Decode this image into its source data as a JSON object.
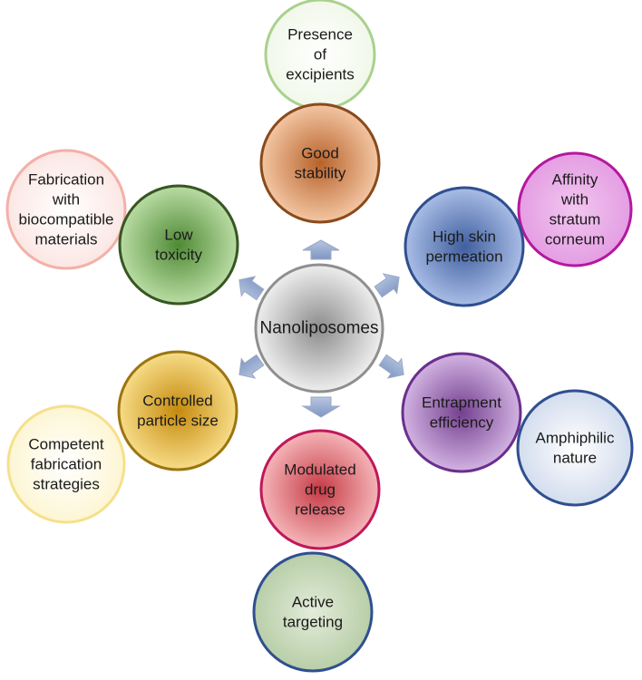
{
  "center": {
    "lines": [
      "Nanoliposomes"
    ]
  },
  "nodes": [
    {
      "id": "presence-of-excipients",
      "lines": [
        "Presence",
        "of",
        "excipients"
      ]
    },
    {
      "id": "good-stability",
      "lines": [
        "Good",
        "stability"
      ]
    },
    {
      "id": "affinity-with-stratum-corneum",
      "lines": [
        "Affinity",
        "with",
        "stratum",
        "corneum"
      ]
    },
    {
      "id": "high-skin-permeation",
      "lines": [
        "High skin",
        "permeation"
      ]
    },
    {
      "id": "fabrication-with-biocompatible-materials",
      "lines": [
        "Fabrication",
        "with",
        "biocompatible",
        "materials"
      ]
    },
    {
      "id": "low-toxicity",
      "lines": [
        "Low",
        "toxicity"
      ]
    },
    {
      "id": "controlled-particle-size",
      "lines": [
        "Controlled",
        "particle size"
      ]
    },
    {
      "id": "competent-fabrication-strategies",
      "lines": [
        "Competent",
        "fabrication",
        "strategies"
      ]
    },
    {
      "id": "entrapment-efficiency",
      "lines": [
        "Entrapment",
        "efficiency"
      ]
    },
    {
      "id": "amphiphilic-nature",
      "lines": [
        "Amphiphilic",
        "nature"
      ]
    },
    {
      "id": "modulated-drug-release",
      "lines": [
        "Modulated",
        "drug",
        "release"
      ]
    },
    {
      "id": "active-targeting",
      "lines": [
        "Active",
        "targeting"
      ]
    }
  ],
  "colors": {
    "center": "#a6a6a6",
    "orange": "#c97a44",
    "blue": "#4f6fb4",
    "green": "#6aa84f",
    "gold": "#d9a521",
    "purple": "#8a54a8",
    "red": "#d9535a",
    "arrow": "#8ea3c8"
  }
}
